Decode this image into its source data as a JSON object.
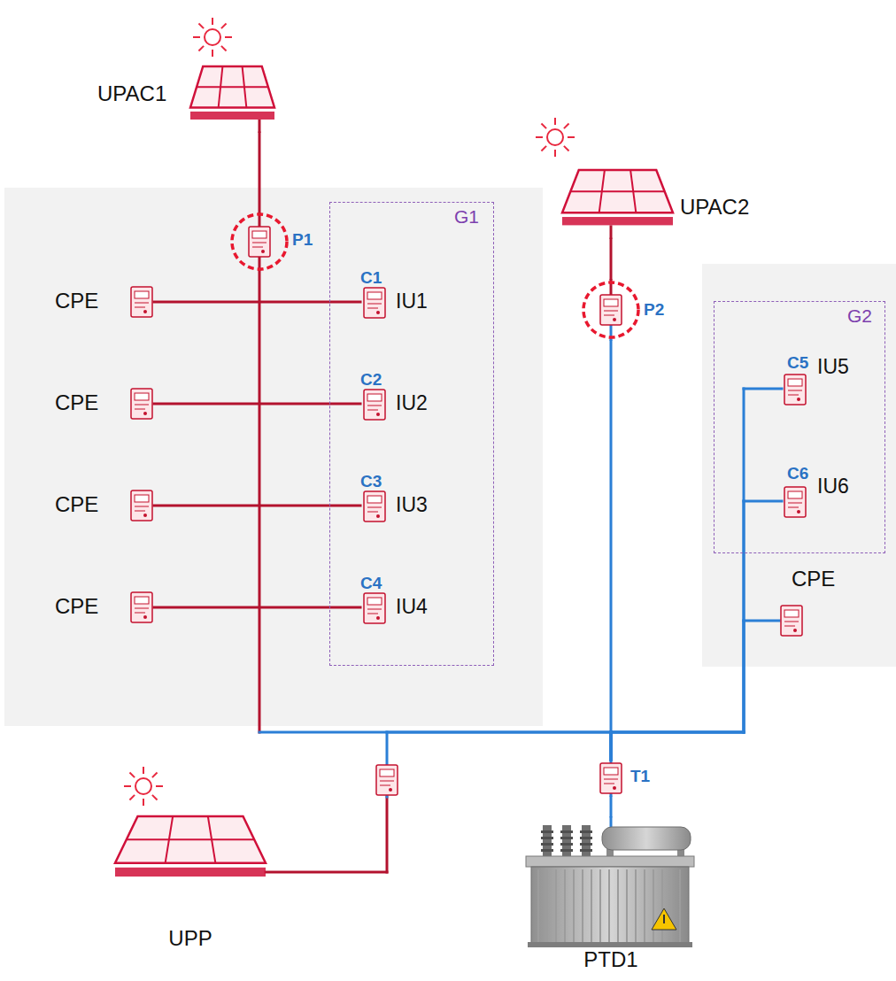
{
  "diagram": {
    "nodes": [
      {
        "text": [
          "UPAC1"
        ]
      },
      {
        "text": [
          "P1"
        ]
      },
      {
        "text": [
          "G1"
        ]
      },
      {
        "text": [
          "C1",
          "IU1"
        ],
        "in": 2
      },
      {
        "text": [
          "C2",
          "IU2"
        ],
        "in": 2
      },
      {
        "text": [
          "C3",
          "IU3"
        ],
        "in": 2
      },
      {
        "text": [
          "C4",
          "IU4"
        ],
        "in": 2
      },
      {
        "text": [
          "CPE"
        ]
      },
      {
        "text": [
          "CPE"
        ]
      },
      {
        "text": [
          "CPE"
        ]
      },
      {
        "text": [
          "CPE"
        ]
      },
      {
        "text": [
          "UPAC2"
        ]
      },
      {
        "text": [
          "P2"
        ]
      },
      {
        "text": [
          "G2"
        ]
      },
      {
        "text": [
          "C5",
          "IU5"
        ],
        "in": 13
      },
      {
        "text": [
          "C6",
          "IU6"
        ],
        "in": 13
      },
      {
        "text": [
          "CPE"
        ]
      },
      {
        "text": [
          "UPP"
        ]
      },
      {
        "text": [
          "PTD1"
        ]
      },
      {
        "text": [
          "T1"
        ]
      }
    ],
    "edges": [
      {
        "from": 0,
        "to": 1,
        "arrow": "none"
      },
      {
        "from": 7,
        "to": 3,
        "arrow": "none"
      },
      {
        "from": 8,
        "to": 4,
        "arrow": "none"
      },
      {
        "from": 9,
        "to": 5,
        "arrow": "none"
      },
      {
        "from": 10,
        "to": 6,
        "arrow": "none"
      },
      {
        "from": 1,
        "to": 19,
        "arrow": "none"
      },
      {
        "from": 11,
        "to": 12,
        "arrow": "none"
      },
      {
        "from": 12,
        "to": 19,
        "arrow": "none"
      },
      {
        "from": 14,
        "to": 19,
        "arrow": "none"
      },
      {
        "from": 15,
        "to": 19,
        "arrow": "none"
      },
      {
        "from": 16,
        "to": 19,
        "arrow": "none"
      },
      {
        "from": 17,
        "to": 19,
        "arrow": "none"
      },
      {
        "from": 19,
        "to": 18,
        "arrow": "none"
      }
    ]
  }
}
